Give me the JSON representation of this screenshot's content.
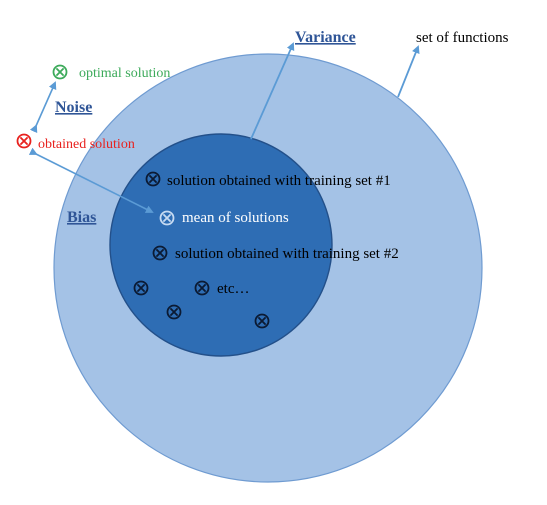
{
  "labels": {
    "variance": "Variance",
    "set_of_functions": "set of functions",
    "optimal_solution": "optimal solution",
    "noise": "Noise",
    "obtained_solution": "obtained solution",
    "bias": "Bias",
    "solution_set1": "solution obtained with training set #1",
    "mean_of_solutions": "mean of solutions",
    "solution_set2": "solution obtained with training set #2",
    "etc": "etc…"
  },
  "colors": {
    "outer_fill": "#a4c2e6",
    "outer_stroke": "#6f9bd1",
    "inner_fill": "#2e6db4",
    "inner_stroke": "#23508a",
    "heading_blue": "#2f5597",
    "arrow_blue": "#5b9bd5",
    "optimal_green": "#3caa5a",
    "obtained_red": "#e8211e",
    "marker_dark": "#0b1a33",
    "mean_light": "#c7dbf2"
  },
  "icons": {
    "solution_marker": "circled-times-icon"
  }
}
